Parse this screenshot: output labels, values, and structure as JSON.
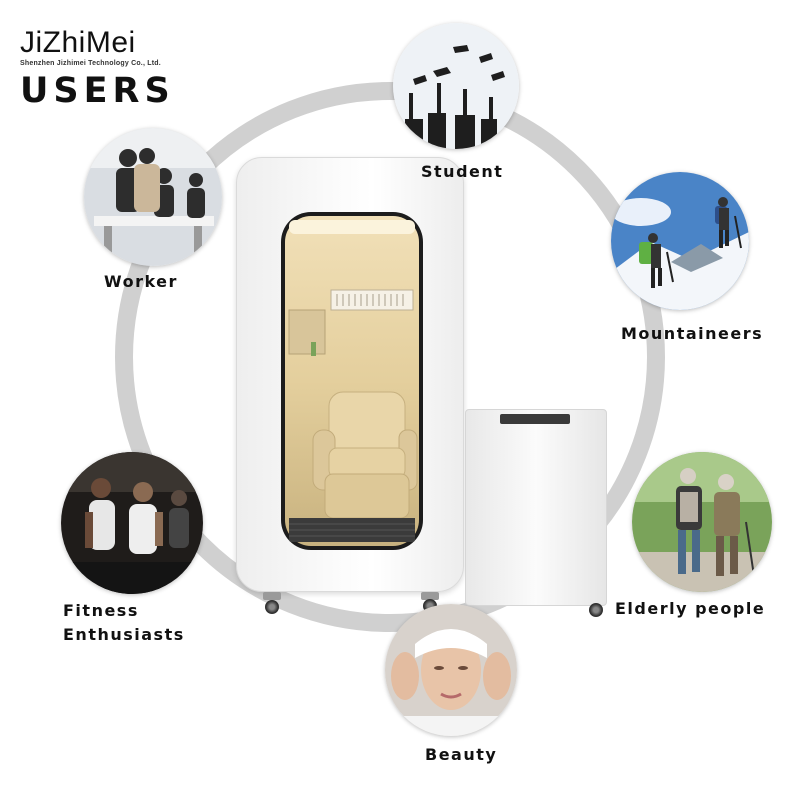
{
  "brand": {
    "name": "JiZhiMei",
    "company": "Shenzhen Jizhimei Technology Co., Ltd."
  },
  "page_title": "USERS",
  "colors": {
    "ring": "#d0d0d0",
    "text": "#111111"
  },
  "users": [
    {
      "id": "student",
      "label": "Student",
      "icon": "graduation-cap-icon"
    },
    {
      "id": "worker",
      "label": "Worker",
      "icon": "briefcase-icon"
    },
    {
      "id": "mountaineers",
      "label": "Mountaineers",
      "icon": "mountain-icon"
    },
    {
      "id": "fitness",
      "label_line1": "Fitness",
      "label_line2": "Enthusiasts",
      "icon": "dumbbell-icon"
    },
    {
      "id": "elderly",
      "label": "Elderly people",
      "icon": "walking-cane-icon"
    },
    {
      "id": "beauty",
      "label": "Beauty",
      "icon": "face-mask-icon"
    }
  ]
}
